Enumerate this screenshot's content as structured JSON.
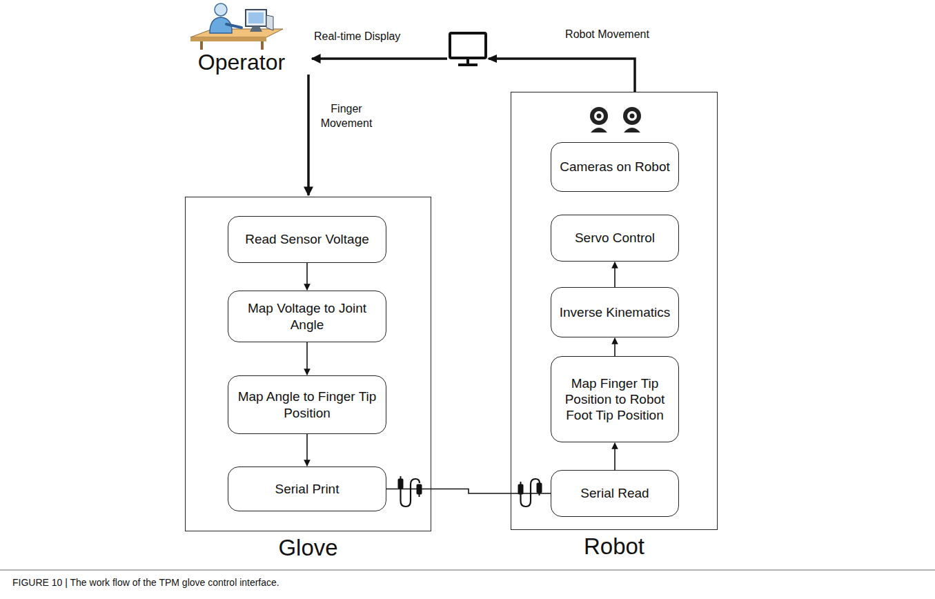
{
  "diagram": {
    "caption": "FIGURE 10 | The work flow of the TPM glove control interface.",
    "nodes": [
      {
        "text": [
          "Operator"
        ]
      },
      {
        "text": [
          "Glove"
        ]
      },
      {
        "text": [
          "Read Sensor Voltage"
        ],
        "in": 1
      },
      {
        "text": [
          "Map Voltage to Joint Angle"
        ],
        "in": 1
      },
      {
        "text": [
          "Map Angle to Finger Tip Position"
        ],
        "in": 1
      },
      {
        "text": [
          "Serial Print"
        ],
        "in": 1
      },
      {
        "text": [
          "Robot"
        ]
      },
      {
        "text": [
          "Cameras on Robot"
        ],
        "in": 6
      },
      {
        "text": [
          "Servo Control"
        ],
        "in": 6
      },
      {
        "text": [
          "Inverse Kinematics"
        ],
        "in": 6
      },
      {
        "text": [
          "Map Finger Tip Position to Robot Foot Tip Position"
        ],
        "in": 6
      },
      {
        "text": [
          "Serial Read"
        ],
        "in": 6
      }
    ],
    "edges": [
      {
        "from": 0,
        "to": 1,
        "label": "Finger Movement",
        "arrow": "to"
      },
      {
        "from": 2,
        "to": 3,
        "arrow": "to"
      },
      {
        "from": 3,
        "to": 4,
        "arrow": "to"
      },
      {
        "from": 4,
        "to": 5,
        "arrow": "to"
      },
      {
        "from": 5,
        "to": 11,
        "arrow": "none"
      },
      {
        "from": 11,
        "to": 10,
        "arrow": "to"
      },
      {
        "from": 10,
        "to": 9,
        "arrow": "to"
      },
      {
        "from": 9,
        "to": 8,
        "arrow": "to"
      },
      {
        "from": 6,
        "to": 0,
        "label": "Robot Movement",
        "arrow": "to"
      }
    ],
    "labels": [
      "Real-time Display"
    ]
  }
}
